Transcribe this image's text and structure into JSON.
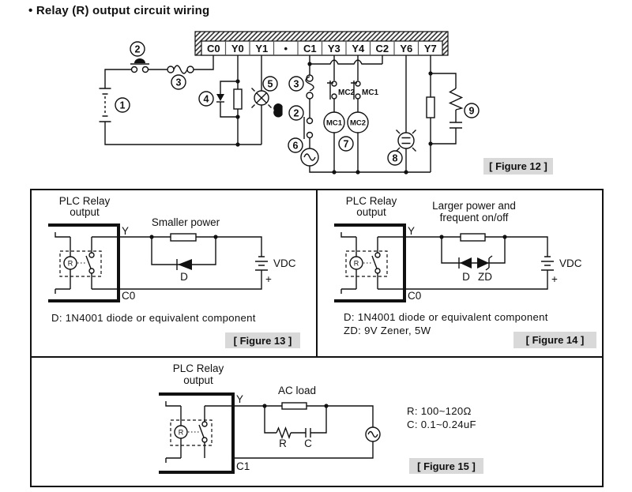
{
  "title": {
    "bullet": "•",
    "text": "Relay (R) output circuit wiring"
  },
  "colors": {
    "caption_bg": "#d9d9d9",
    "line": "#111111",
    "background": "#ffffff"
  },
  "terminal_strip": {
    "cells": [
      "C0",
      "Y0",
      "Y1",
      "•",
      "C1",
      "Y3",
      "Y4",
      "C2",
      "Y6",
      "Y7"
    ]
  },
  "fig12": {
    "caption": "[ Figure 12 ]",
    "callouts": {
      "1": "1",
      "2": "2",
      "3": "3",
      "4": "4",
      "5": "5",
      "6": "6",
      "7": "7",
      "8": "8",
      "9": "9"
    },
    "contact_mc2": "MC2",
    "contact_mc1": "MC1",
    "coil_mc1": "MC1",
    "coil_mc2": "MC2"
  },
  "fig13": {
    "plc_line1": "PLC Relay",
    "plc_line2": "output",
    "relay": "R",
    "terminal_top": "Y",
    "terminal_bottom": "C0",
    "load_label": "Smaller power",
    "diode_label": "D",
    "supply_label": "VDC",
    "supply_polarity": "+",
    "note1": "D: 1N4001 diode or equivalent component",
    "caption": "[ Figure 13 ]"
  },
  "fig14": {
    "plc_line1": "PLC Relay",
    "plc_line2": "output",
    "relay": "R",
    "terminal_top": "Y",
    "terminal_bottom": "C0",
    "load_line1": "Larger power and",
    "load_line2": "frequent on/off",
    "diode_label": "D",
    "zener_label": "ZD",
    "supply_label": "VDC",
    "supply_polarity": "+",
    "note1": "D: 1N4001 diode or equivalent component",
    "note2": "ZD: 9V Zener, 5W",
    "caption": "[ Figure 14 ]"
  },
  "fig15": {
    "plc_line1": "PLC Relay",
    "plc_line2": "output",
    "relay": "R",
    "terminal_top": "Y",
    "terminal_bottom": "C1",
    "load_label": "AC load",
    "r_label": "R",
    "c_label": "C",
    "note1": "R: 100~120Ω",
    "note2": "C: 0.1~0.24uF",
    "caption": "[ Figure 15 ]"
  }
}
